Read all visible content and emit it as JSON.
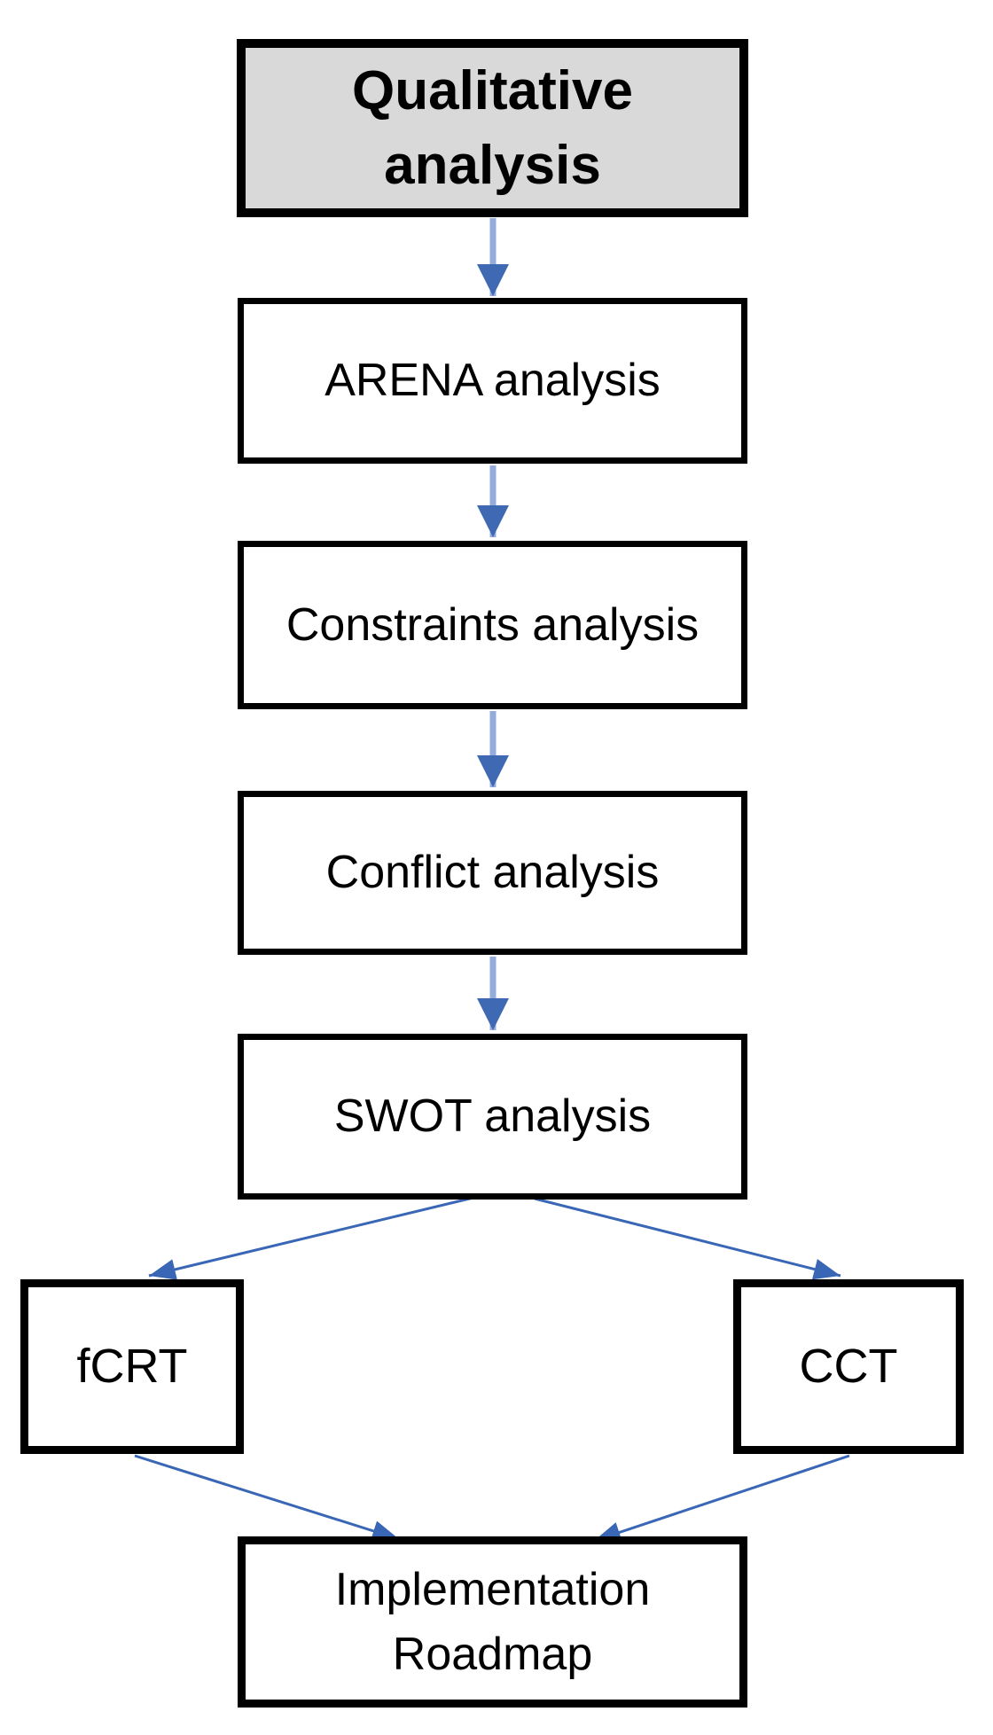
{
  "diagram": {
    "kind": "flowchart",
    "nodes": {
      "qualitative": {
        "label": "Qualitative analysis"
      },
      "arena": {
        "label": "ARENA analysis"
      },
      "constraints": {
        "label": "Constraints analysis"
      },
      "conflict": {
        "label": "Conflict analysis"
      },
      "swot": {
        "label": "SWOT analysis"
      },
      "fcrt": {
        "label": "fCRT"
      },
      "cct": {
        "label": "CCT"
      },
      "roadmap": {
        "label": "Implementation Roadmap"
      }
    },
    "edges": [
      {
        "from": "qualitative",
        "to": "arena"
      },
      {
        "from": "arena",
        "to": "constraints"
      },
      {
        "from": "constraints",
        "to": "conflict"
      },
      {
        "from": "conflict",
        "to": "swot"
      },
      {
        "from": "swot",
        "to": "fcrt"
      },
      {
        "from": "swot",
        "to": "cct"
      },
      {
        "from": "fcrt",
        "to": "roadmap"
      },
      {
        "from": "cct",
        "to": "roadmap"
      }
    ],
    "colors": {
      "arrow_shaft": "#94ACDB",
      "arrow_head": "#4069B4",
      "diagonal_arrow": "#3A67B5",
      "box_border": "#000000",
      "box_fill": "#FFFFFF",
      "title_box_fill": "#D9D9D9",
      "text": "#000000"
    }
  }
}
